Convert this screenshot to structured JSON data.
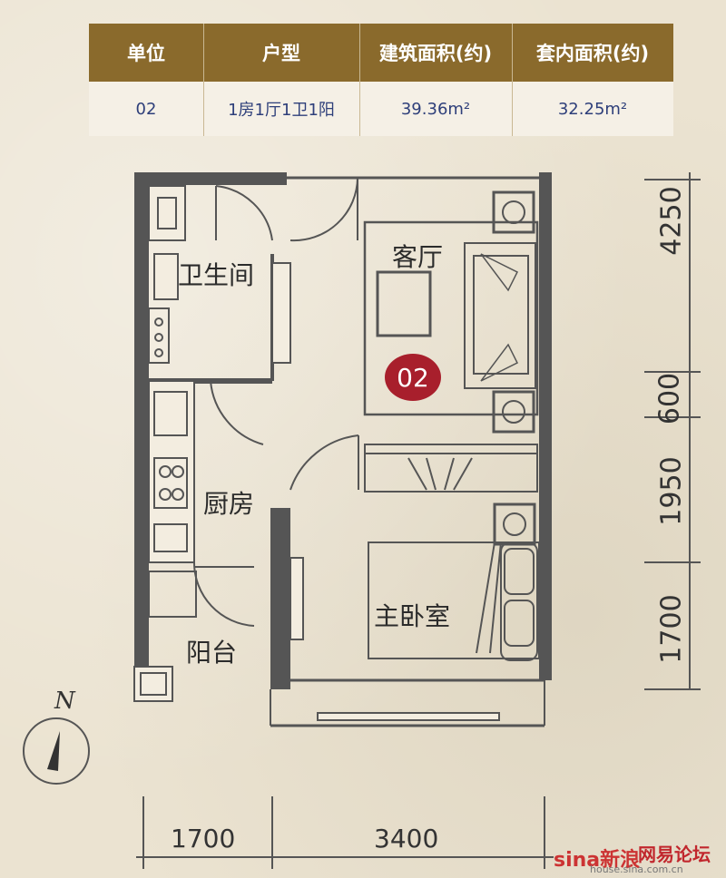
{
  "spec_table": {
    "headers": [
      "单位",
      "户型",
      "建筑面积(约)",
      "套内面积(约)"
    ],
    "row": [
      "02",
      "1房1厅1卫1阳",
      "39.36m²",
      "32.25m²"
    ]
  },
  "rooms": {
    "bathroom": "卫生间",
    "living_room": "客厅",
    "kitchen": "厨房",
    "balcony": "阳台",
    "master_bedroom": "主卧室"
  },
  "unit_badge": "02",
  "dimensions": {
    "right": [
      "4250",
      "600",
      "1950",
      "1700"
    ],
    "bottom": [
      "1700",
      "3400"
    ]
  },
  "compass": "N",
  "watermarks": {
    "sina": "sina新浪",
    "netease": "网易论坛",
    "url": "house.sina.com.cn"
  },
  "colors": {
    "header": "#8a6a2c",
    "badge": "#a81f2c",
    "wall": "#555555"
  }
}
